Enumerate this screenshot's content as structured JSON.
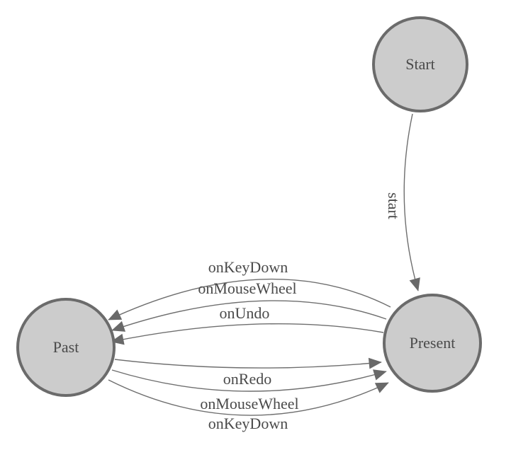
{
  "diagram": {
    "type": "state-machine",
    "colors": {
      "node_fill": "#cccccc",
      "node_stroke": "#6b6b6b",
      "edge_stroke": "#6e6e6e",
      "arrow_fill": "#696969",
      "label_color": "#4a4a4a"
    },
    "nodes": [
      {
        "id": "start",
        "label": "Start"
      },
      {
        "id": "present",
        "label": "Present"
      },
      {
        "id": "past",
        "label": "Past"
      }
    ],
    "edges": [
      {
        "from": "start",
        "to": "present",
        "label": "start"
      },
      {
        "from": "present",
        "to": "past",
        "label": "onKeyDown"
      },
      {
        "from": "present",
        "to": "past",
        "label": "onMouseWheel"
      },
      {
        "from": "present",
        "to": "past",
        "label": "onUndo"
      },
      {
        "from": "past",
        "to": "present",
        "label": "onRedo"
      },
      {
        "from": "past",
        "to": "present",
        "label": "onMouseWheel"
      },
      {
        "from": "past",
        "to": "present",
        "label": "onKeyDown"
      }
    ]
  }
}
